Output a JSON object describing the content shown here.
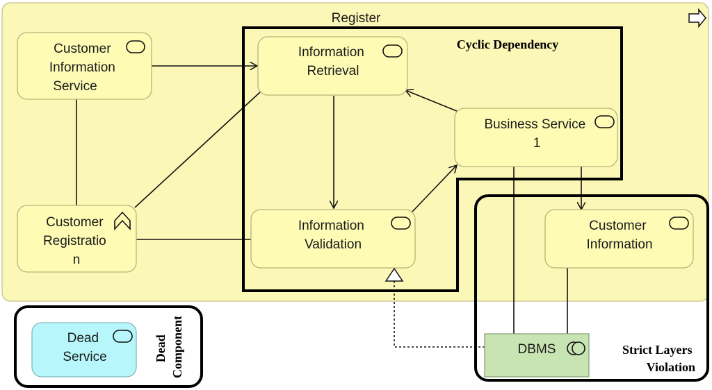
{
  "group": {
    "title": "Register"
  },
  "nodes": {
    "customer_information_service": {
      "lines": [
        "Customer",
        "Information",
        "Service"
      ]
    },
    "information_retrieval": {
      "lines": [
        "Information",
        "Retrieval"
      ]
    },
    "business_service_1": {
      "lines": [
        "Business Service",
        "1"
      ]
    },
    "customer_registration": {
      "lines": [
        "Customer",
        "Registratio",
        "n"
      ]
    },
    "information_validation": {
      "lines": [
        "Information",
        "Validation"
      ]
    },
    "customer_information": {
      "lines": [
        "Customer",
        "Information"
      ]
    },
    "dbms": {
      "lines": [
        "DBMS"
      ]
    },
    "dead_service": {
      "lines": [
        "Dead",
        "Service"
      ]
    }
  },
  "annotations": {
    "cyclic_dependency": "Cyclic Dependency",
    "strict_layers_violation": [
      "Strict Layers",
      "Violation"
    ],
    "dead_component": [
      "Dead",
      "Component"
    ]
  },
  "colors": {
    "group_fill": "#fbf7b6",
    "node_fill": "#fdfbb4",
    "dead_fill": "#b7f7fb",
    "dbms_fill": "#c9e4b3"
  },
  "icons": {
    "service": "rounded-pill-icon",
    "function": "chevron-up-icon",
    "component": "double-circle-icon",
    "group": "hollow-arrow-icon"
  }
}
